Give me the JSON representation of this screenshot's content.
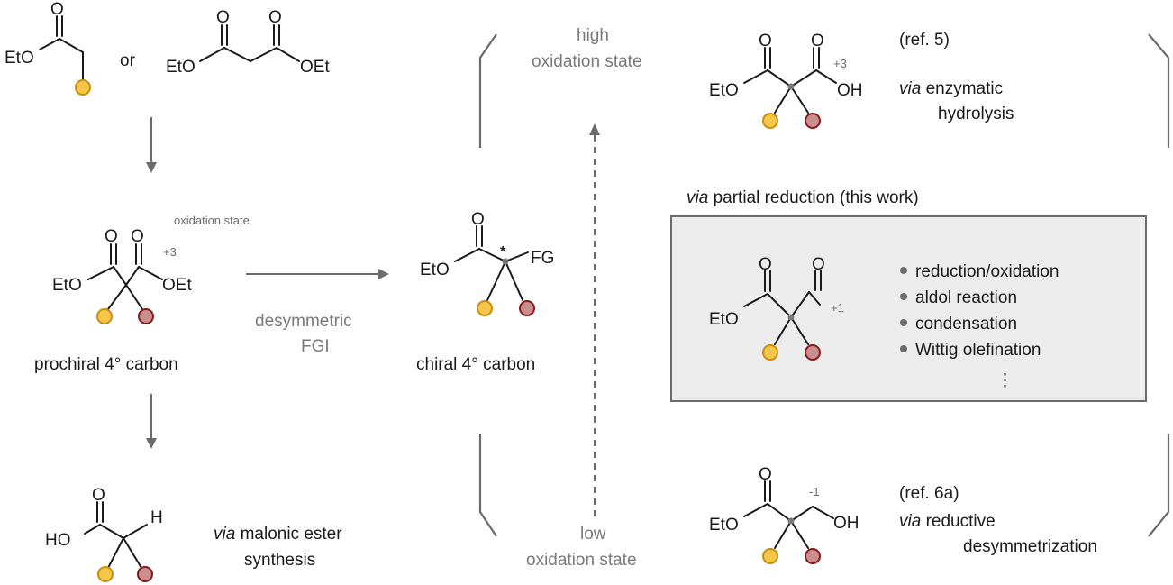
{
  "top": {
    "reagent1_label": "EtO",
    "reagent1_carbonyl": "O",
    "or_label": "or",
    "reagent2_left": "EtO",
    "reagent2_right": "OEt",
    "reagent2_o1": "O",
    "reagent2_o2": "O"
  },
  "prochiral": {
    "left": "EtO",
    "right": "OEt",
    "o1": "O",
    "o2": "O",
    "ox_state_note": "oxidation state",
    "ox_value": "+3",
    "caption": "prochiral 4° carbon"
  },
  "malonic": {
    "ho": "HO",
    "o": "O",
    "h": "H",
    "caption_italic": "via",
    "caption_rest": "malonic ester",
    "caption_line2": "synthesis"
  },
  "middle_arrow": {
    "line1": "desymmetric",
    "line2": "FGI"
  },
  "chiral": {
    "eto": "EtO",
    "o": "O",
    "fg": "FG",
    "star": "*",
    "caption": "chiral 4° carbon"
  },
  "axis": {
    "high_line1": "high",
    "high_line2": "oxidation state",
    "low_line1": "low",
    "low_line2": "oxidation state"
  },
  "ref5": {
    "ref": "(ref. 5)",
    "eto": "EtO",
    "oh": "OH",
    "o1": "O",
    "o2": "O",
    "ox": "+3",
    "via": "via",
    "method1": "enzymatic",
    "method2": "hydrolysis"
  },
  "this_work": {
    "title_italic": "via",
    "title_rest": "partial reduction (this work)",
    "eto": "EtO",
    "o1": "O",
    "o2": "O",
    "ox": "+1",
    "items": [
      "reduction/oxidation",
      "aldol reaction",
      "condensation",
      "Wittig olefination"
    ],
    "ellipsis": "⋮"
  },
  "ref6a": {
    "ref": "(ref. 6a)",
    "eto": "EtO",
    "oh": "OH",
    "o": "O",
    "ox": "-1",
    "via": "via",
    "method1": "reductive",
    "method2": "desymmetrization"
  },
  "colors": {
    "substituent1": "#f5c64a",
    "substituent2": "#c98e8e",
    "box_bg": "#ececec"
  }
}
